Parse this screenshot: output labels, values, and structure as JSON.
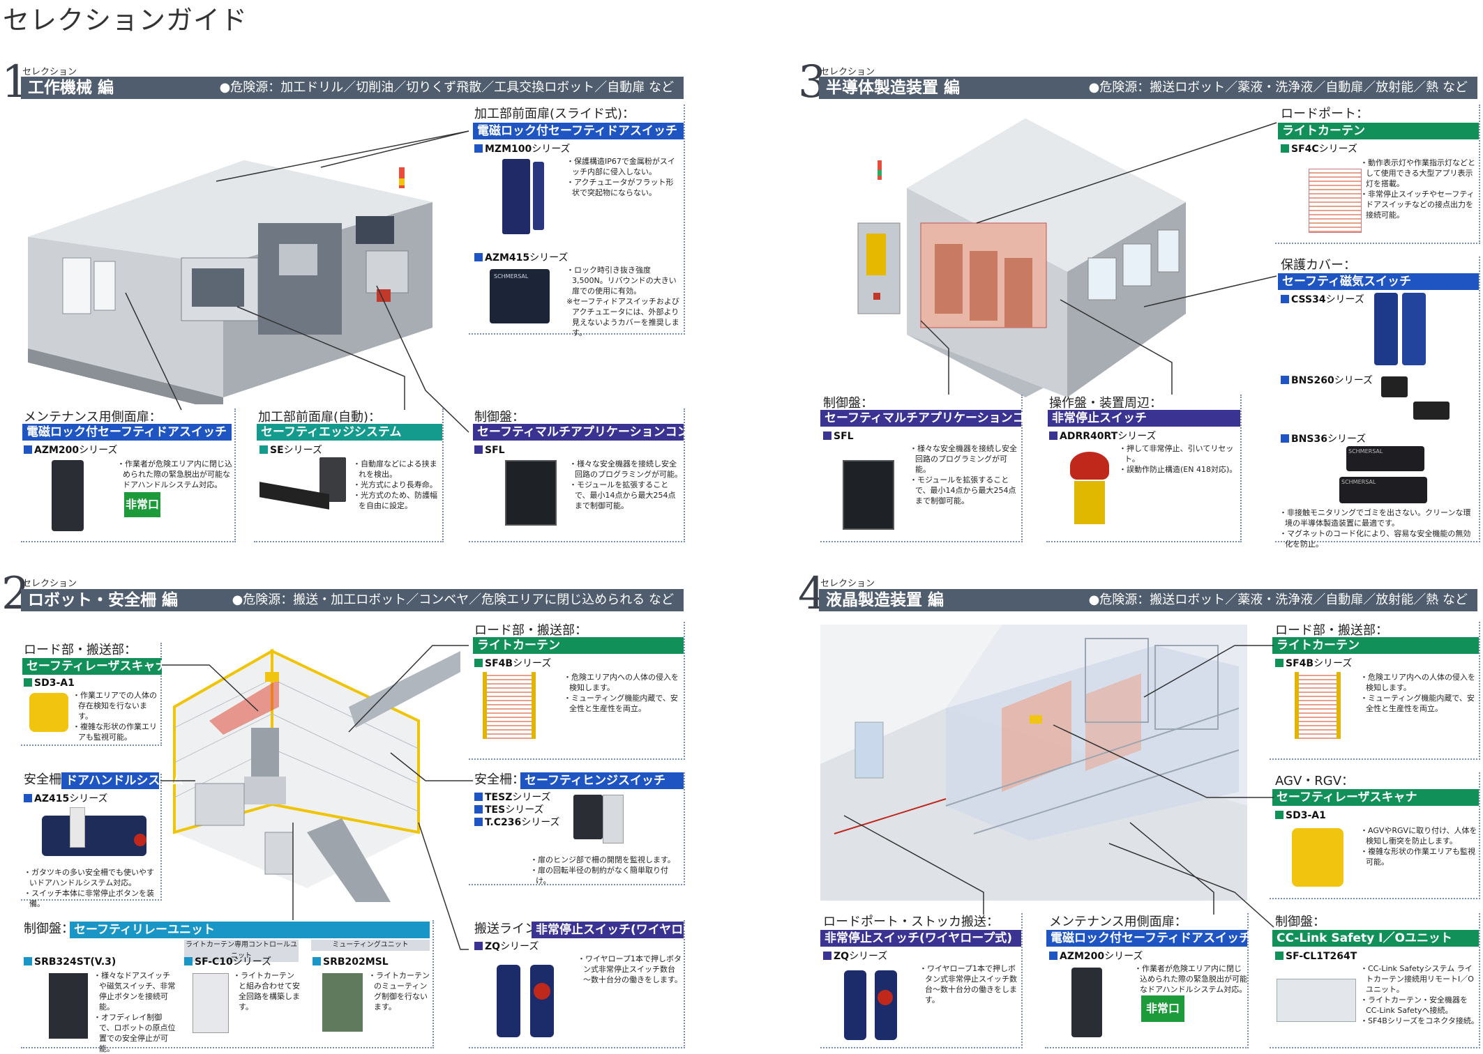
{
  "page_title": "セレクションガイド",
  "sections": [
    {
      "num": "1",
      "small": "セレクション",
      "title": "工作機械 編",
      "hazard": "●危険源：加工ドリル／切削油／切りくず飛散／工具交換ロボット／自動扉 など",
      "panels": [
        {
          "location": "加工部前面扉(スライド式)：",
          "category": "電磁ロック付セーフティドアスイッチ",
          "items": [
            {
              "series": "MZM100",
              "suffix": "シリーズ",
              "desc": [
                "・保護構造IP67で金属粉がスイッチ内部に侵入しない。",
                "・アクチュエータがフラット形状で突起物にならない。"
              ]
            },
            {
              "series": "AZM415",
              "suffix": "シリーズ",
              "desc": [
                "・ロック時引き抜き強度3,500N。リバウンドの大きい扉での使用に有効。",
                "※セーフティドアスイッチおよびアクチュエータには、外部より見えないようカバーを推奨します。"
              ]
            }
          ]
        },
        {
          "location": "メンテナンス用側面扉：",
          "category": "電磁ロック付セーフティドアスイッチ",
          "items": [
            {
              "series": "AZM200",
              "suffix": "シリーズ",
              "desc": [
                "・作業者が危険エリア内に閉じ込められた際の緊急脱出が可能なドアハンドルシステム対応。"
              ]
            }
          ]
        },
        {
          "location": "加工部前面扉(自動)：",
          "category": "セーフティエッジシステム",
          "items": [
            {
              "series": "SE",
              "suffix": "シリーズ",
              "desc": [
                "・自動扉などによる挟まれを検出。",
                "・光方式により長寿命。",
                "・光方式のため、防護幅を自由に設定。"
              ]
            }
          ]
        },
        {
          "location": "制御盤：",
          "category": "セーフティマルチアプリケーションコントローラ",
          "items": [
            {
              "series": "SFL",
              "suffix": "",
              "desc": [
                "・様々な安全機器を接続し安全回路のプログラミングが可能。",
                "・モジュールを拡張することで、最小14点から最大254点まで制御可能。"
              ]
            }
          ]
        }
      ]
    },
    {
      "num": "2",
      "small": "セレクション",
      "title": "ロボット・安全柵 編",
      "hazard": "●危険源：搬送・加工ロボット／コンベヤ／危険エリアに閉じ込められる など",
      "panels": [
        {
          "location": "ロード部・搬送部：",
          "category": "セーフティレーザスキャナ",
          "items": [
            {
              "series": "SD3-A1",
              "suffix": "",
              "desc": [
                "・作業エリアでの人体の存在検知を行ないます。",
                "・複雑な形状の作業エリアも監視可能。"
              ]
            }
          ]
        },
        {
          "location": "安全柵：",
          "category": "ドアハンドルシステム",
          "items": [
            {
              "series": "AZ415",
              "suffix": "シリーズ",
              "desc": [
                "・ガタツキの多い安全柵でも使いやすいドアハンドルシステム対応。",
                "・スイッチ本体に非常停止ボタンを装備。"
              ]
            }
          ]
        },
        {
          "location": "ロード部・搬送部：",
          "category": "ライトカーテン",
          "items": [
            {
              "series": "SF4B",
              "suffix": "シリーズ",
              "desc": [
                "・危険エリア内への人体の侵入を検知します。",
                "・ミューティング機能内蔵で、安全性と生産性を両立。"
              ]
            }
          ]
        },
        {
          "location": "安全柵：",
          "category": "セーフティヒンジスイッチ",
          "items": [
            {
              "series": "TESZ",
              "suffix": "シリーズ"
            },
            {
              "series": "TES",
              "suffix": "シリーズ"
            },
            {
              "series": "T.C236",
              "suffix": "シリーズ"
            }
          ],
          "desc": [
            "・扉のヒンジ部で柵の開閉を監視します。",
            "・扉の回転半径の制約がなく簡単取り付け。"
          ]
        },
        {
          "location": "制御盤：",
          "category": "セーフティリレーユニット",
          "sublabels": [
            "ライトカーテン専用コントロールユニット",
            "ミューティングユニット"
          ],
          "items": [
            {
              "series": "SRB324ST(V.3)",
              "suffix": "",
              "desc": [
                "・様々なドアスイッチや磁気スイッチ、非常停止ボタンを接続可能。",
                "・オフディレイ制御で、ロボットの原点位置での安全停止が可能。"
              ]
            },
            {
              "series": "SF-C10",
              "suffix": "シリーズ",
              "desc": [
                "・ライトカーテンと組み合わせて安全回路を構築します。"
              ]
            },
            {
              "series": "SRB202MSL",
              "suffix": "",
              "desc": [
                "・ライトカーテンのミューティング制御を行ないます。"
              ]
            }
          ]
        },
        {
          "location": "搬送ライン：",
          "category": "非常停止スイッチ(ワイヤロープ式)",
          "items": [
            {
              "series": "ZQ",
              "suffix": "シリーズ",
              "desc": [
                "・ワイヤロープ1本で押しボタン式非常停止スイッチ数台～数十台分の働きをします。"
              ]
            }
          ]
        }
      ]
    },
    {
      "num": "3",
      "small": "セレクション",
      "title": "半導体製造装置 編",
      "hazard": "●危険源：搬送ロボット／薬液・洗浄液／自動扉／放射能／熱 など",
      "panels": [
        {
          "location": "ロードポート：",
          "category": "ライトカーテン",
          "items": [
            {
              "series": "SF4C",
              "suffix": "シリーズ",
              "desc": [
                "・動作表示灯や作業指示灯などとして使用できる大型アプリ表示灯を搭載。",
                "・非常停止スイッチやセーフティドアスイッチなどの接点出力を接続可能。"
              ]
            }
          ]
        },
        {
          "location": "保護カバー：",
          "category": "セーフティ磁気スイッチ",
          "items": [
            {
              "series": "CSS34",
              "suffix": "シリーズ"
            },
            {
              "series": "BNS260",
              "suffix": "シリーズ"
            },
            {
              "series": "BNS36",
              "suffix": "シリーズ"
            }
          ],
          "desc": [
            "・非接触モニタリングでゴミを出さない。クリーンな環境の半導体製造装置に最適です。",
            "・マグネットのコード化により、容易な安全機能の無効化を防止。"
          ]
        },
        {
          "location": "制御盤：",
          "category": "セーフティマルチアプリケーションコントローラ",
          "items": [
            {
              "series": "SFL",
              "suffix": "",
              "desc": [
                "・様々な安全機器を接続し安全回路のプログラミングが可能。",
                "・モジュールを拡張することで、最小14点から最大254点まで制御可能。"
              ]
            }
          ]
        },
        {
          "location": "操作盤・装置周辺：",
          "category": "非常停止スイッチ",
          "items": [
            {
              "series": "ADRR40RT",
              "suffix": "シリーズ",
              "desc": [
                "・押して非常停止、引いてリセット。",
                "・誤動作防止構造(EN 418対応)。"
              ]
            }
          ]
        }
      ]
    },
    {
      "num": "4",
      "small": "セレクション",
      "title": "液晶製造装置 編",
      "hazard": "●危険源：搬送ロボット／薬液・洗浄液／自動扉／放射能／熱 など",
      "panels": [
        {
          "location": "ロード部・搬送部：",
          "category": "ライトカーテン",
          "items": [
            {
              "series": "SF4B",
              "suffix": "シリーズ",
              "desc": [
                "・危険エリア内への人体の侵入を検知します。",
                "・ミューティング機能内蔵で、安全性と生産性を両立。"
              ]
            }
          ]
        },
        {
          "location": "AGV・RGV：",
          "category": "セーフティレーザスキャナ",
          "items": [
            {
              "series": "SD3-A1",
              "suffix": "",
              "desc": [
                "・AGVやRGVに取り付け、人体を検知し衝突を防止します。",
                "・複雑な形状の作業エリアも監視可能。"
              ]
            }
          ]
        },
        {
          "location": "ロードポート・ストッカ搬送：",
          "category": "非常停止スイッチ(ワイヤロープ式)",
          "items": [
            {
              "series": "ZQ",
              "suffix": "シリーズ",
              "desc": [
                "・ワイヤロープ1本で押しボタン式非常停止スイッチ数台～数十台分の働きをします。"
              ]
            }
          ]
        },
        {
          "location": "メンテナンス用側面扉：",
          "category": "電磁ロック付セーフティドアスイッチ",
          "items": [
            {
              "series": "AZM200",
              "suffix": "シリーズ",
              "desc": [
                "・作業者が危険エリア内に閉じ込められた際の緊急脱出が可能なドアハンドルシステム対応。"
              ]
            }
          ]
        },
        {
          "location": "制御盤：",
          "category": "CC-Link Safety I／Oユニット",
          "items": [
            {
              "series": "SF-CL1T264T",
              "suffix": "",
              "desc": [
                "・CC-Link Safetyシステム ライトカーテン接続用リモートI／Oユニット。",
                "・ライトカーテン・安全機器をCC-Link Safetyへ接続。",
                "・SF4Bシリーズをコネクタ接続。"
              ]
            }
          ]
        }
      ]
    }
  ],
  "logo_text": "SCHMERSAL",
  "exit_sign": "非常口"
}
